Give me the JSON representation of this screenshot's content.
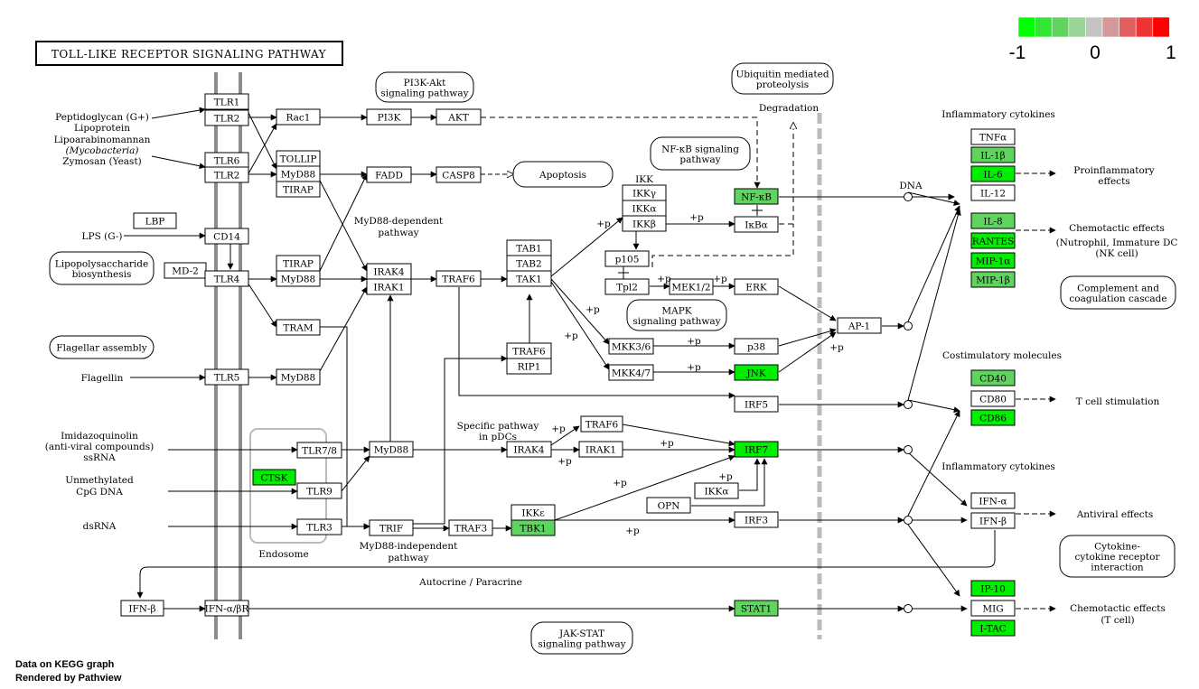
{
  "title": "TOLL-LIKE RECEPTOR SIGNALING PATHWAY",
  "legend": {
    "min_label": "-1",
    "mid_label": "0",
    "max_label": "1",
    "colors": [
      "#00ff00",
      "#33e633",
      "#5fd45f",
      "#99d499",
      "#c4c4c4",
      "#d49999",
      "#e06060",
      "#ee3434",
      "#ff0000"
    ]
  },
  "colors": {
    "strong_up_green": "#00ee00",
    "medium_green": "#5fd45f",
    "membrane_gray": "#8c8c8c",
    "nucleus_gray": "#bbbbbb"
  },
  "footer": [
    "Data on KEGG graph",
    "Rendered by Pathview"
  ],
  "labels": {
    "lig1a": "Peptidoglycan (G+)",
    "lig1b": "Lipoprotein",
    "lig1c": "Lipoarabinomannan",
    "lig1d": "(Mycobacteria)",
    "lig1e": "Zymosan (Yeast)",
    "lps": "LPS (G-)",
    "flagellin": "Flagellin",
    "imid1": "Imidazoquinolin",
    "imid2": "(anti-viral compounds)",
    "imid3": "ssRNA",
    "cpg1": "Unmethylated",
    "cpg2": "CpG DNA",
    "dsrna": "dsRNA",
    "myd88dep1": "MyD88-dependent",
    "myd88dep2": "pathway",
    "myd88indep1": "MyD88-independent",
    "myd88indep2": "pathway",
    "specific1": "Specific pathway",
    "specific2": "in pDCs",
    "endosome": "Endosome",
    "degradation": "Degradation",
    "dna": "DNA",
    "ikk": "IKK",
    "autocrine": "Autocrine / Paracrine",
    "infl1": "Inflammatory cytokines",
    "infl2": "Inflammatory cytokines",
    "costim": "Costimulatory molecules",
    "pro1": "Proinflammatory",
    "pro2": "effects",
    "chemo1": "Chemotactic effects",
    "chemo2": "(Nutrophil, Immature DC",
    "chemo3": "(NK cell)",
    "tcell": "T cell stimulation",
    "antiviral": "Antiviral effects",
    "chemoT1": "Chemotactic effects",
    "chemoT2": "(T cell)",
    "plus": "+p"
  },
  "pathways": [
    {
      "key": "pi3k",
      "lines": [
        "PI3K-Akt",
        "signaling pathway"
      ]
    },
    {
      "key": "ubiq",
      "lines": [
        "Ubiquitin mediated",
        "proteolysis"
      ]
    },
    {
      "key": "nfkbsig",
      "lines": [
        "NF-κB signaling",
        "pathway"
      ]
    },
    {
      "key": "apoptosis",
      "lines": [
        "Apoptosis"
      ]
    },
    {
      "key": "lipopoly",
      "lines": [
        "Lipopolysaccharide",
        "biosynthesis"
      ]
    },
    {
      "key": "mapk",
      "lines": [
        "MAPK",
        "signaling pathway"
      ]
    },
    {
      "key": "flagellar",
      "lines": [
        "Flagellar assembly"
      ]
    },
    {
      "key": "complement",
      "lines": [
        "Complement and",
        "coagulation cascade"
      ]
    },
    {
      "key": "cytokine",
      "lines": [
        "Cytokine-",
        "cytokine receptor",
        "interaction"
      ]
    },
    {
      "key": "jakstat",
      "lines": [
        "JAK-STAT",
        "signaling pathway"
      ]
    }
  ],
  "genes": [
    {
      "key": "TLR1",
      "label": "TLR1",
      "level": "none"
    },
    {
      "key": "TLR2a",
      "label": "TLR2",
      "level": "none"
    },
    {
      "key": "TLR6",
      "label": "TLR6",
      "level": "none"
    },
    {
      "key": "TLR2b",
      "label": "TLR2",
      "level": "none"
    },
    {
      "key": "LBP",
      "label": "LBP",
      "level": "none"
    },
    {
      "key": "CD14",
      "label": "CD14",
      "level": "none"
    },
    {
      "key": "MD2",
      "label": "MD-2",
      "level": "none"
    },
    {
      "key": "TLR4",
      "label": "TLR4",
      "level": "none"
    },
    {
      "key": "TLR5",
      "label": "TLR5",
      "level": "none"
    },
    {
      "key": "TLR78",
      "label": "TLR7/8",
      "level": "none"
    },
    {
      "key": "CTSK",
      "label": "CTSK",
      "level": "strong"
    },
    {
      "key": "TLR9",
      "label": "TLR9",
      "level": "none"
    },
    {
      "key": "TLR3",
      "label": "TLR3",
      "level": "none"
    },
    {
      "key": "IFNB1",
      "label": "IFN-β",
      "level": "none"
    },
    {
      "key": "IFNAR",
      "label": "IFN-α/βR",
      "level": "none"
    },
    {
      "key": "Rac1",
      "label": "Rac1",
      "level": "none"
    },
    {
      "key": "TOLLIP",
      "label": "TOLLIP",
      "level": "none"
    },
    {
      "key": "MyD88a",
      "label": "MyD88",
      "level": "none"
    },
    {
      "key": "TIRAPa",
      "label": "TIRAP",
      "level": "none"
    },
    {
      "key": "TIRAPb",
      "label": "TIRAP",
      "level": "none"
    },
    {
      "key": "MyD88b",
      "label": "MyD88",
      "level": "none"
    },
    {
      "key": "TRAM",
      "label": "TRAM",
      "level": "none"
    },
    {
      "key": "MyD88c",
      "label": "MyD88",
      "level": "none"
    },
    {
      "key": "MyD88d",
      "label": "MyD88",
      "level": "none"
    },
    {
      "key": "TRIF",
      "label": "TRIF",
      "level": "none"
    },
    {
      "key": "PI3K",
      "label": "PI3K",
      "level": "none"
    },
    {
      "key": "AKT",
      "label": "AKT",
      "level": "none"
    },
    {
      "key": "FADD",
      "label": "FADD",
      "level": "none"
    },
    {
      "key": "CASP8",
      "label": "CASP8",
      "level": "none"
    },
    {
      "key": "IRAK4a",
      "label": "IRAK4",
      "level": "none"
    },
    {
      "key": "IRAK1a",
      "label": "IRAK1",
      "level": "none"
    },
    {
      "key": "TRAF6a",
      "label": "TRAF6",
      "level": "none"
    },
    {
      "key": "TAB1",
      "label": "TAB1",
      "level": "none"
    },
    {
      "key": "TAB2",
      "label": "TAB2",
      "level": "none"
    },
    {
      "key": "TAK1",
      "label": "TAK1",
      "level": "none"
    },
    {
      "key": "TRAF6b",
      "label": "TRAF6",
      "level": "none"
    },
    {
      "key": "RIP1",
      "label": "RIP1",
      "level": "none"
    },
    {
      "key": "IKKg",
      "label": "IKKγ",
      "level": "none"
    },
    {
      "key": "IKKa1",
      "label": "IKKα",
      "level": "none"
    },
    {
      "key": "IKKb",
      "label": "IKKβ",
      "level": "none"
    },
    {
      "key": "NFKB",
      "label": "NF-κB",
      "level": "medium"
    },
    {
      "key": "IKBA",
      "label": "IκBα",
      "level": "none"
    },
    {
      "key": "p105",
      "label": "p105",
      "level": "none"
    },
    {
      "key": "Tpl2",
      "label": "Tpl2",
      "level": "none"
    },
    {
      "key": "MEK12",
      "label": "MEK1/2",
      "level": "none"
    },
    {
      "key": "ERK",
      "label": "ERK",
      "level": "none"
    },
    {
      "key": "MKK36",
      "label": "MKK3/6",
      "level": "none"
    },
    {
      "key": "p38",
      "label": "p38",
      "level": "none"
    },
    {
      "key": "MKK47",
      "label": "MKK4/7",
      "level": "none"
    },
    {
      "key": "JNK",
      "label": "JNK",
      "level": "strong"
    },
    {
      "key": "AP1",
      "label": "AP-1",
      "level": "none"
    },
    {
      "key": "IRF5",
      "label": "IRF5",
      "level": "none"
    },
    {
      "key": "TRAF6c",
      "label": "TRAF6",
      "level": "none"
    },
    {
      "key": "IRAK4b",
      "label": "IRAK4",
      "level": "none"
    },
    {
      "key": "IRAK1b",
      "label": "IRAK1",
      "level": "none"
    },
    {
      "key": "IRF7",
      "label": "IRF7",
      "level": "strong"
    },
    {
      "key": "IKKa2",
      "label": "IKKα",
      "level": "none"
    },
    {
      "key": "OPN",
      "label": "OPN",
      "level": "none"
    },
    {
      "key": "TRAF3",
      "label": "TRAF3",
      "level": "none"
    },
    {
      "key": "IKKe",
      "label": "IKKε",
      "level": "none"
    },
    {
      "key": "TBK1",
      "label": "TBK1",
      "level": "medium"
    },
    {
      "key": "IRF3",
      "label": "IRF3",
      "level": "none"
    },
    {
      "key": "STAT1",
      "label": "STAT1",
      "level": "medium"
    },
    {
      "key": "TNFa",
      "label": "TNFα",
      "level": "none"
    },
    {
      "key": "IL1B",
      "label": "IL-1β",
      "level": "medium"
    },
    {
      "key": "IL6",
      "label": "IL-6",
      "level": "strong"
    },
    {
      "key": "IL12",
      "label": "IL-12",
      "level": "none"
    },
    {
      "key": "IL8",
      "label": "IL-8",
      "level": "medium"
    },
    {
      "key": "RANTES",
      "label": "RANTES",
      "level": "strong"
    },
    {
      "key": "MIP1a",
      "label": "MIP-1α",
      "level": "strong"
    },
    {
      "key": "MIP1b",
      "label": "MIP-1β",
      "level": "medium"
    },
    {
      "key": "CD40",
      "label": "CD40",
      "level": "medium"
    },
    {
      "key": "CD80",
      "label": "CD80",
      "level": "none"
    },
    {
      "key": "CD86",
      "label": "CD86",
      "level": "strong"
    },
    {
      "key": "IFNa",
      "label": "IFN-α",
      "level": "none"
    },
    {
      "key": "IFNB2",
      "label": "IFN-β",
      "level": "none"
    },
    {
      "key": "IP10",
      "label": "IP-10",
      "level": "strong"
    },
    {
      "key": "MIG",
      "label": "MIG",
      "level": "none"
    },
    {
      "key": "ITAC",
      "label": "I-TAC",
      "level": "strong"
    }
  ]
}
